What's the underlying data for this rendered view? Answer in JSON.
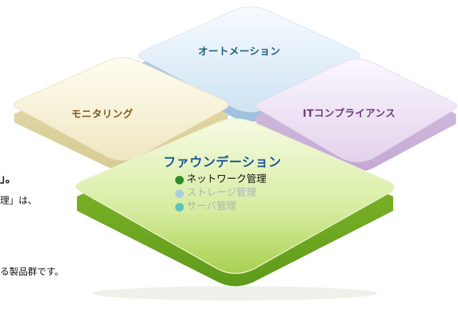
{
  "tiles": {
    "automation": {
      "label": "オートメーション",
      "color": "#1d5f82"
    },
    "monitoring": {
      "label": "モニタリング",
      "color": "#7d5a1e"
    },
    "compliance": {
      "label": "ITコンプライアンス",
      "color": "#6b3a78"
    },
    "foundation": {
      "label": "ファウンデーション",
      "color": "#1f5a96"
    }
  },
  "foundation_items": [
    {
      "label": "ネットワーク管理",
      "color": "#2f8a2a",
      "text_color": "#111111"
    },
    {
      "label": "ストレージ管理",
      "color": "#a9cfe6",
      "text_color": "#a9b6bf"
    },
    {
      "label": "サーバ管理",
      "color": "#5cc3c1",
      "text_color": "#a9b6bf"
    }
  ],
  "left_text": {
    "line1": "」。",
    "line2": "理」は、",
    "line3": "る製品群です。"
  }
}
